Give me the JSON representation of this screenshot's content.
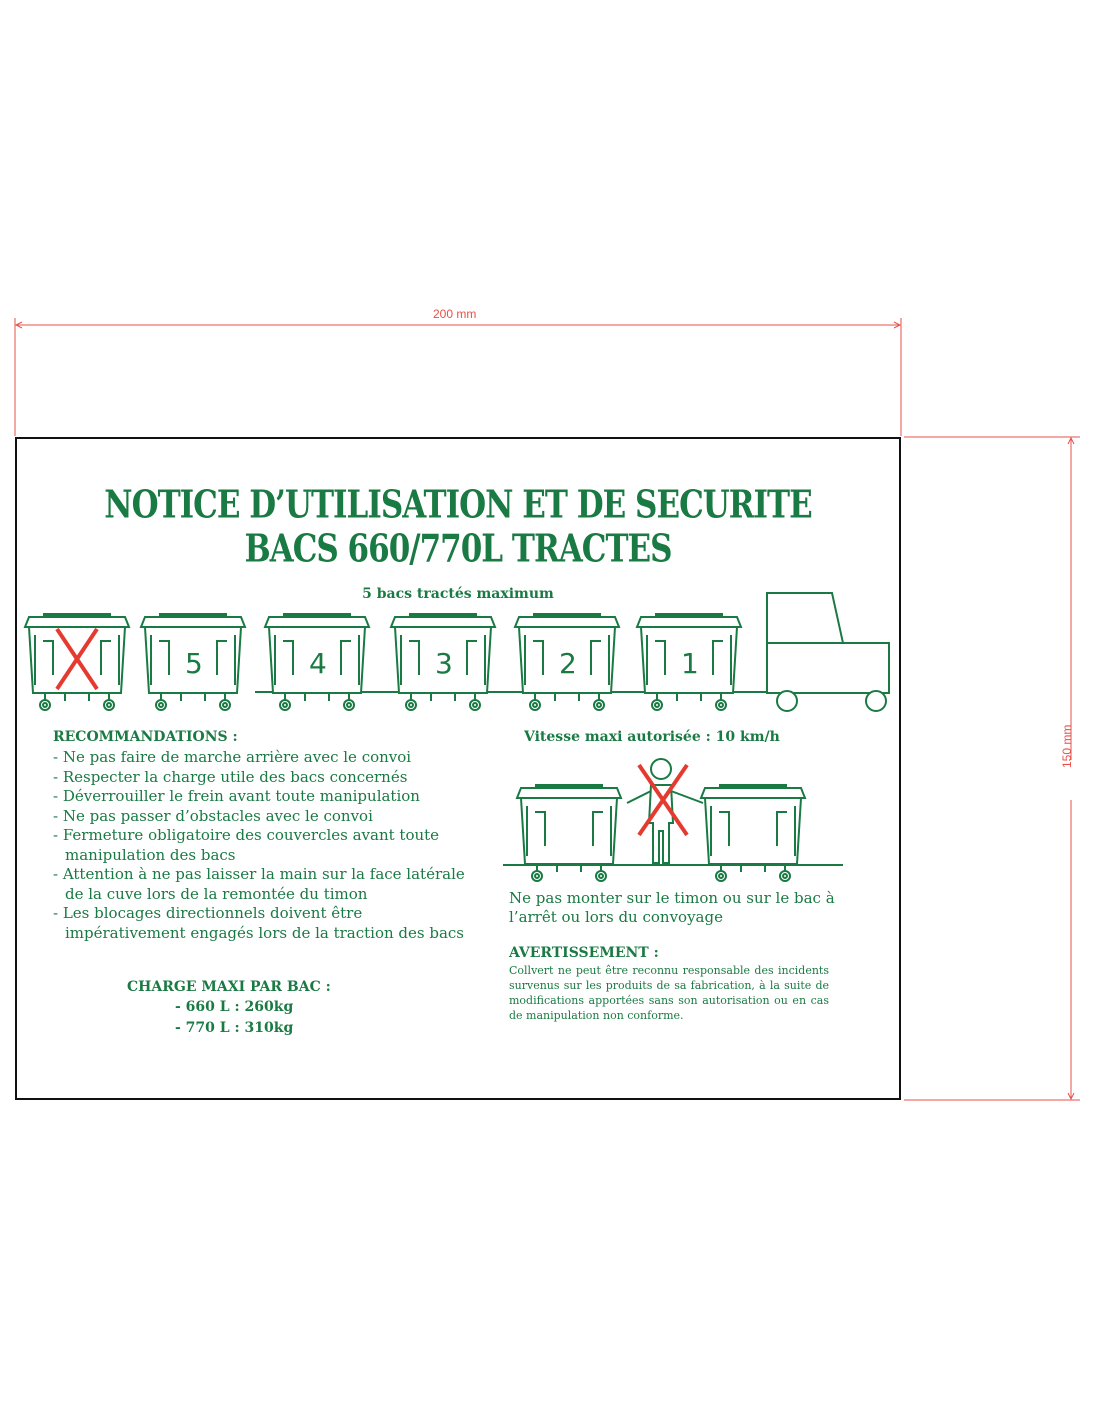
{
  "dimensions": {
    "width_label": "200 mm",
    "height_label": "150 mm"
  },
  "title": {
    "line1": "NOTICE D’UTILISATION ET DE SECURITE",
    "line2": "BACS 660/770L TRACTES"
  },
  "convoy": {
    "caption": "5 bacs tractés maximum",
    "bin_numbers": [
      "5",
      "4",
      "3",
      "2",
      "1"
    ]
  },
  "recommandations": {
    "heading": "RECOMMANDATIONS :",
    "items": [
      "- Ne pas faire de marche arrière avec le convoi",
      "- Respecter la charge utile des bacs concernés",
      "- Déverrouiller le frein avant toute manipulation",
      "- Ne pas passer d’obstacles avec le convoi",
      "- Fermeture obligatoire des couvercles avant toute manipulation des bacs",
      "- Attention à ne pas laisser la main sur la face latérale de la cuve lors de la remontée du timon",
      "- Les blocages directionnels doivent être impérativement engagés lors de la traction des bacs"
    ]
  },
  "charge": {
    "heading": "CHARGE MAXI PAR BAC :",
    "line_660": "- 660 L : 260kg",
    "line_770": "- 770 L : 310kg"
  },
  "speed": {
    "text": "Vitesse maxi autorisée : 10 km/h"
  },
  "timon_warning": {
    "text": "Ne pas monter sur le timon ou sur le bac à l’arrêt ou lors du convoyage"
  },
  "avertissement": {
    "heading": "AVERTISSEMENT :",
    "text": "Collvert ne peut être reconnu responsable des incidents survenus sur les produits de sa fabrication, à la suite de modifications apportées sans son autorisation ou en cas de manipulation non conforme."
  },
  "colors": {
    "green": "#1a7a43",
    "red": "#e53a2f",
    "dimension": "#e8504a"
  }
}
